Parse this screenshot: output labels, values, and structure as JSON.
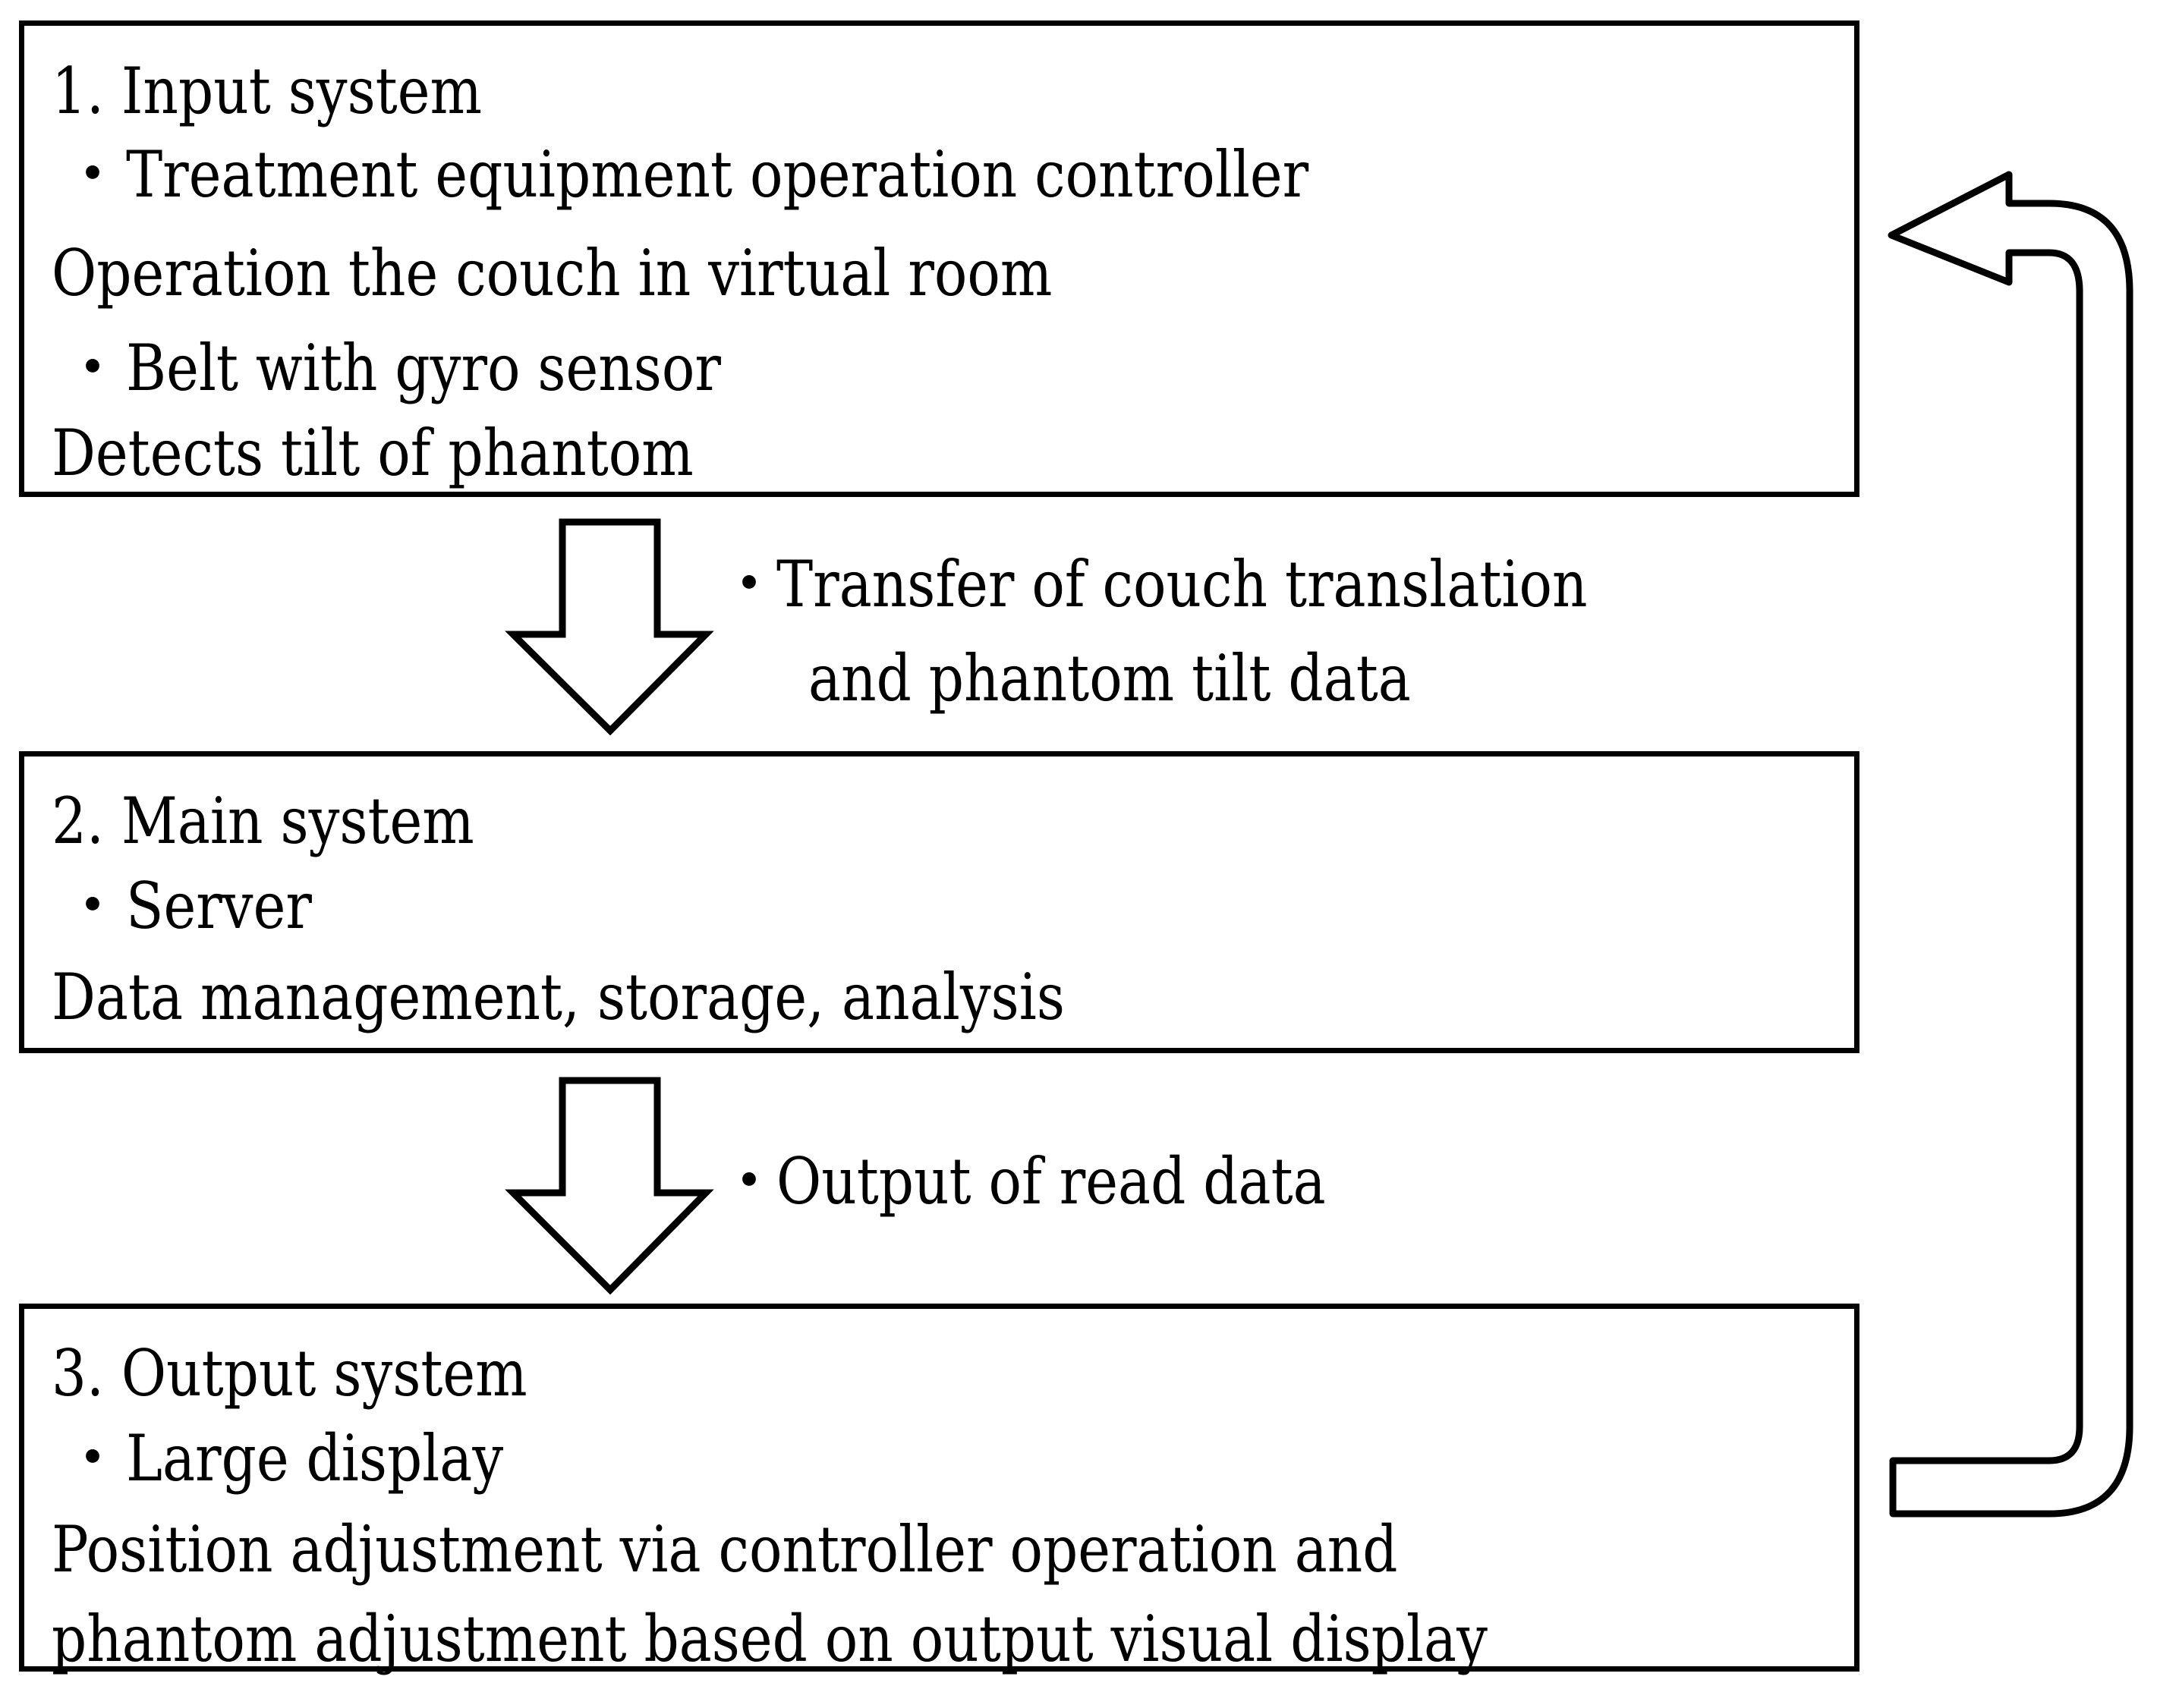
{
  "diagram": {
    "title": "System architecture flow",
    "bullet_glyph": "・",
    "accent_color": "#000000",
    "background_color": "#ffffff"
  },
  "boxes": [
    {
      "id": "input-system",
      "heading": "1. Input system",
      "lines": [
        {
          "type": "bullet",
          "text": "Treatment equipment operation controller"
        },
        {
          "type": "plain",
          "text": "Operation the couch in virtual room"
        },
        {
          "type": "bullet",
          "text": "Belt with gyro sensor"
        },
        {
          "type": "plain",
          "text": "Detects tilt of phantom"
        }
      ]
    },
    {
      "id": "main-system",
      "heading": "2. Main system",
      "lines": [
        {
          "type": "bullet",
          "text": "Server"
        },
        {
          "type": "plain",
          "text": "Data management, storage, analysis"
        }
      ]
    },
    {
      "id": "output-system",
      "heading": "3. Output system",
      "lines": [
        {
          "type": "bullet",
          "text": "Large display"
        },
        {
          "type": "plain",
          "text": "Position adjustment via controller operation and"
        },
        {
          "type": "plain",
          "text": "phantom adjustment based on output visual display"
        }
      ]
    }
  ],
  "connectors": [
    {
      "id": "arrow-input-to-main",
      "direction": "down",
      "label_lines": [
        "・Transfer of couch translation",
        "and phantom tilt data"
      ],
      "label_line_1": "Transfer of couch translation",
      "label_line_2": "and phantom tilt data"
    },
    {
      "id": "arrow-main-to-output",
      "direction": "down",
      "label_line_1": "Output of read data"
    },
    {
      "id": "feedback-loop-arrow",
      "direction": "up-left",
      "label_line_1": ""
    }
  ]
}
